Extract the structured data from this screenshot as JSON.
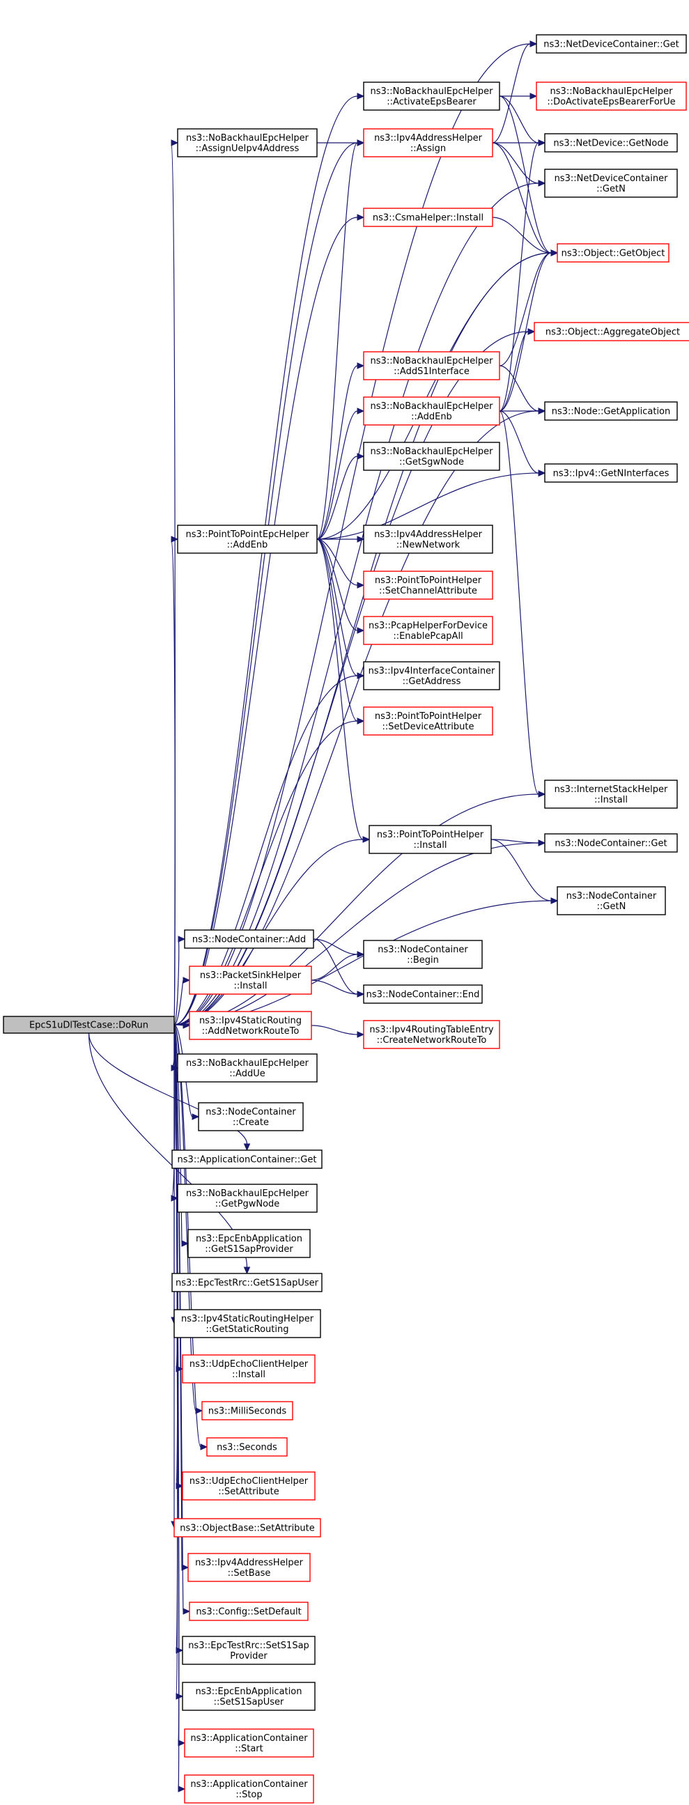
{
  "root": "EpcS1uDlTestCase::DoRun",
  "nodes": [
    {
      "id": "doRun",
      "lines": [
        "EpcS1uDlTestCase::DoRun"
      ],
      "style": "root"
    },
    {
      "id": "ndcGet",
      "lines": [
        "ns3::NetDeviceContainer::Get"
      ],
      "style": "black"
    },
    {
      "id": "activateEps",
      "lines": [
        "ns3::NoBackhaulEpcHelper",
        "::ActivateEpsBearer"
      ],
      "style": "black"
    },
    {
      "id": "doActivate",
      "lines": [
        "ns3::NoBackhaulEpcHelper",
        "::DoActivateEpsBearerForUe"
      ],
      "style": "red"
    },
    {
      "id": "assignUe",
      "lines": [
        "ns3::NoBackhaulEpcHelper",
        "::AssignUeIpv4Address"
      ],
      "style": "black"
    },
    {
      "id": "ipv4Assign",
      "lines": [
        "ns3::Ipv4AddressHelper",
        "::Assign"
      ],
      "style": "red"
    },
    {
      "id": "ndGetNode",
      "lines": [
        "ns3::NetDevice::GetNode"
      ],
      "style": "black"
    },
    {
      "id": "ndcGetN",
      "lines": [
        "ns3::NetDeviceContainer",
        "::GetN"
      ],
      "style": "black"
    },
    {
      "id": "csmaInstall",
      "lines": [
        "ns3::CsmaHelper::Install"
      ],
      "style": "red"
    },
    {
      "id": "getObject",
      "lines": [
        "ns3::Object::GetObject"
      ],
      "style": "red"
    },
    {
      "id": "aggregate",
      "lines": [
        "ns3::Object::AggregateObject"
      ],
      "style": "red"
    },
    {
      "id": "addS1",
      "lines": [
        "ns3::NoBackhaulEpcHelper",
        "::AddS1Interface"
      ],
      "style": "red"
    },
    {
      "id": "nbAddEnb",
      "lines": [
        "ns3::NoBackhaulEpcHelper",
        "::AddEnb"
      ],
      "style": "red"
    },
    {
      "id": "nodeGetApp",
      "lines": [
        "ns3::Node::GetApplication"
      ],
      "style": "black"
    },
    {
      "id": "getSgw",
      "lines": [
        "ns3::NoBackhaulEpcHelper",
        "::GetSgwNode"
      ],
      "style": "black"
    },
    {
      "id": "ipv4GetNIf",
      "lines": [
        "ns3::Ipv4::GetNInterfaces"
      ],
      "style": "black"
    },
    {
      "id": "p2pAddEnb",
      "lines": [
        "ns3::PointToPointEpcHelper",
        "::AddEnb"
      ],
      "style": "black"
    },
    {
      "id": "newNetwork",
      "lines": [
        "ns3::Ipv4AddressHelper",
        "::NewNetwork"
      ],
      "style": "black"
    },
    {
      "id": "setChannel",
      "lines": [
        "ns3::PointToPointHelper",
        "::SetChannelAttribute"
      ],
      "style": "red"
    },
    {
      "id": "enablePcap",
      "lines": [
        "ns3::PcapHelperForDevice",
        "::EnablePcapAll"
      ],
      "style": "red"
    },
    {
      "id": "ifcGetAddr",
      "lines": [
        "ns3::Ipv4InterfaceContainer",
        "::GetAddress"
      ],
      "style": "black"
    },
    {
      "id": "setDevice",
      "lines": [
        "ns3::PointToPointHelper",
        "::SetDeviceAttribute"
      ],
      "style": "red"
    },
    {
      "id": "inetInstall",
      "lines": [
        "ns3::InternetStackHelper",
        "::Install"
      ],
      "style": "black"
    },
    {
      "id": "p2pInstall",
      "lines": [
        "ns3::PointToPointHelper",
        "::Install"
      ],
      "style": "black"
    },
    {
      "id": "ncGet",
      "lines": [
        "ns3::NodeContainer::Get"
      ],
      "style": "black"
    },
    {
      "id": "ncGetN",
      "lines": [
        "ns3::NodeContainer",
        "::GetN"
      ],
      "style": "black"
    },
    {
      "id": "ncAdd",
      "lines": [
        "ns3::NodeContainer::Add"
      ],
      "style": "black"
    },
    {
      "id": "ncBegin",
      "lines": [
        "ns3::NodeContainer",
        "::Begin"
      ],
      "style": "black"
    },
    {
      "id": "sinkInstall",
      "lines": [
        "ns3::PacketSinkHelper",
        "::Install"
      ],
      "style": "red"
    },
    {
      "id": "ncEnd",
      "lines": [
        "ns3::NodeContainer::End"
      ],
      "style": "black"
    },
    {
      "id": "addNetRoute",
      "lines": [
        "ns3::Ipv4StaticRouting",
        "::AddNetworkRouteTo"
      ],
      "style": "red"
    },
    {
      "id": "createNetRoute",
      "lines": [
        "ns3::Ipv4RoutingTableEntry",
        "::CreateNetworkRouteTo"
      ],
      "style": "red"
    },
    {
      "id": "addUe",
      "lines": [
        "ns3::NoBackhaulEpcHelper",
        "::AddUe"
      ],
      "style": "black"
    },
    {
      "id": "ncCreate",
      "lines": [
        "ns3::NodeContainer",
        "::Create"
      ],
      "style": "black"
    },
    {
      "id": "appGet",
      "lines": [
        "ns3::ApplicationContainer::Get"
      ],
      "style": "black"
    },
    {
      "id": "getPgw",
      "lines": [
        "ns3::NoBackhaulEpcHelper",
        "::GetPgwNode"
      ],
      "style": "black"
    },
    {
      "id": "getS1Prov",
      "lines": [
        "ns3::EpcEnbApplication",
        "::GetS1SapProvider"
      ],
      "style": "black"
    },
    {
      "id": "getS1User",
      "lines": [
        "ns3::EpcTestRrc::GetS1SapUser"
      ],
      "style": "black"
    },
    {
      "id": "getStatic",
      "lines": [
        "ns3::Ipv4StaticRoutingHelper",
        "::GetStaticRouting"
      ],
      "style": "black"
    },
    {
      "id": "udpInstall",
      "lines": [
        "ns3::UdpEchoClientHelper",
        "::Install"
      ],
      "style": "red"
    },
    {
      "id": "milli",
      "lines": [
        "ns3::MilliSeconds"
      ],
      "style": "red"
    },
    {
      "id": "seconds",
      "lines": [
        "ns3::Seconds"
      ],
      "style": "red"
    },
    {
      "id": "udpSetAttr",
      "lines": [
        "ns3::UdpEchoClientHelper",
        "::SetAttribute"
      ],
      "style": "red"
    },
    {
      "id": "objSetAttr",
      "lines": [
        "ns3::ObjectBase::SetAttribute"
      ],
      "style": "red"
    },
    {
      "id": "setBase",
      "lines": [
        "ns3::Ipv4AddressHelper",
        "::SetBase"
      ],
      "style": "red"
    },
    {
      "id": "cfgSetDefault",
      "lines": [
        "ns3::Config::SetDefault"
      ],
      "style": "red"
    },
    {
      "id": "setS1Prov",
      "lines": [
        "ns3::EpcTestRrc::SetS1Sap",
        "Provider"
      ],
      "style": "black"
    },
    {
      "id": "setS1User",
      "lines": [
        "ns3::EpcEnbApplication",
        "::SetS1SapUser"
      ],
      "style": "black"
    },
    {
      "id": "appStart",
      "lines": [
        "ns3::ApplicationContainer",
        "::Start"
      ],
      "style": "red"
    },
    {
      "id": "appStop",
      "lines": [
        "ns3::ApplicationContainer",
        "::Stop"
      ],
      "style": "red"
    }
  ],
  "edges": [
    [
      "doRun",
      "ndcGet"
    ],
    [
      "doRun",
      "activateEps"
    ],
    [
      "doRun",
      "assignUe"
    ],
    [
      "doRun",
      "ipv4Assign"
    ],
    [
      "doRun",
      "ndcGetN"
    ],
    [
      "doRun",
      "csmaInstall"
    ],
    [
      "doRun",
      "getObject"
    ],
    [
      "doRun",
      "aggregate"
    ],
    [
      "doRun",
      "p2pAddEnb"
    ],
    [
      "doRun",
      "nodeGetApp"
    ],
    [
      "doRun",
      "ifcGetAddr"
    ],
    [
      "doRun",
      "setDevice"
    ],
    [
      "doRun",
      "inetInstall"
    ],
    [
      "doRun",
      "p2pInstall"
    ],
    [
      "doRun",
      "ncGet"
    ],
    [
      "doRun",
      "ncGetN"
    ],
    [
      "doRun",
      "ncAdd"
    ],
    [
      "doRun",
      "sinkInstall"
    ],
    [
      "doRun",
      "addNetRoute"
    ],
    [
      "doRun",
      "addUe"
    ],
    [
      "doRun",
      "ncCreate"
    ],
    [
      "doRun",
      "appGet"
    ],
    [
      "doRun",
      "getPgw"
    ],
    [
      "doRun",
      "getS1Prov"
    ],
    [
      "doRun",
      "getS1User"
    ],
    [
      "doRun",
      "getStatic"
    ],
    [
      "doRun",
      "udpInstall"
    ],
    [
      "doRun",
      "milli"
    ],
    [
      "doRun",
      "seconds"
    ],
    [
      "doRun",
      "udpSetAttr"
    ],
    [
      "doRun",
      "objSetAttr"
    ],
    [
      "doRun",
      "setBase"
    ],
    [
      "doRun",
      "cfgSetDefault"
    ],
    [
      "doRun",
      "setS1Prov"
    ],
    [
      "doRun",
      "setS1User"
    ],
    [
      "doRun",
      "appStart"
    ],
    [
      "doRun",
      "appStop"
    ],
    [
      "activateEps",
      "doActivate"
    ],
    [
      "activateEps",
      "ndGetNode"
    ],
    [
      "activateEps",
      "getObject"
    ],
    [
      "assignUe",
      "ipv4Assign"
    ],
    [
      "ipv4Assign",
      "ndGetNode"
    ],
    [
      "ipv4Assign",
      "ndcGetN"
    ],
    [
      "ipv4Assign",
      "getObject"
    ],
    [
      "ipv4Assign",
      "ndcGet"
    ],
    [
      "csmaInstall",
      "getObject"
    ],
    [
      "addS1",
      "getObject"
    ],
    [
      "addS1",
      "nodeGetApp"
    ],
    [
      "nbAddEnb",
      "getObject"
    ],
    [
      "nbAddEnb",
      "aggregate"
    ],
    [
      "nbAddEnb",
      "nodeGetApp"
    ],
    [
      "nbAddEnb",
      "ipv4GetNIf"
    ],
    [
      "nbAddEnb",
      "inetInstall"
    ],
    [
      "nbAddEnb",
      "ndGetNode"
    ],
    [
      "p2pAddEnb",
      "ipv4Assign"
    ],
    [
      "p2pAddEnb",
      "getObject"
    ],
    [
      "p2pAddEnb",
      "addS1"
    ],
    [
      "p2pAddEnb",
      "nbAddEnb"
    ],
    [
      "p2pAddEnb",
      "getSgw"
    ],
    [
      "p2pAddEnb",
      "ipv4GetNIf"
    ],
    [
      "p2pAddEnb",
      "newNetwork"
    ],
    [
      "p2pAddEnb",
      "setChannel"
    ],
    [
      "p2pAddEnb",
      "enablePcap"
    ],
    [
      "p2pAddEnb",
      "ifcGetAddr"
    ],
    [
      "p2pAddEnb",
      "setDevice"
    ],
    [
      "p2pAddEnb",
      "p2pInstall"
    ],
    [
      "p2pInstall",
      "ncGet"
    ],
    [
      "p2pInstall",
      "ncGetN"
    ],
    [
      "ncAdd",
      "ncBegin"
    ],
    [
      "ncAdd",
      "ncEnd"
    ],
    [
      "sinkInstall",
      "ncBegin"
    ],
    [
      "sinkInstall",
      "ncEnd"
    ],
    [
      "addNetRoute",
      "createNetRoute"
    ]
  ]
}
